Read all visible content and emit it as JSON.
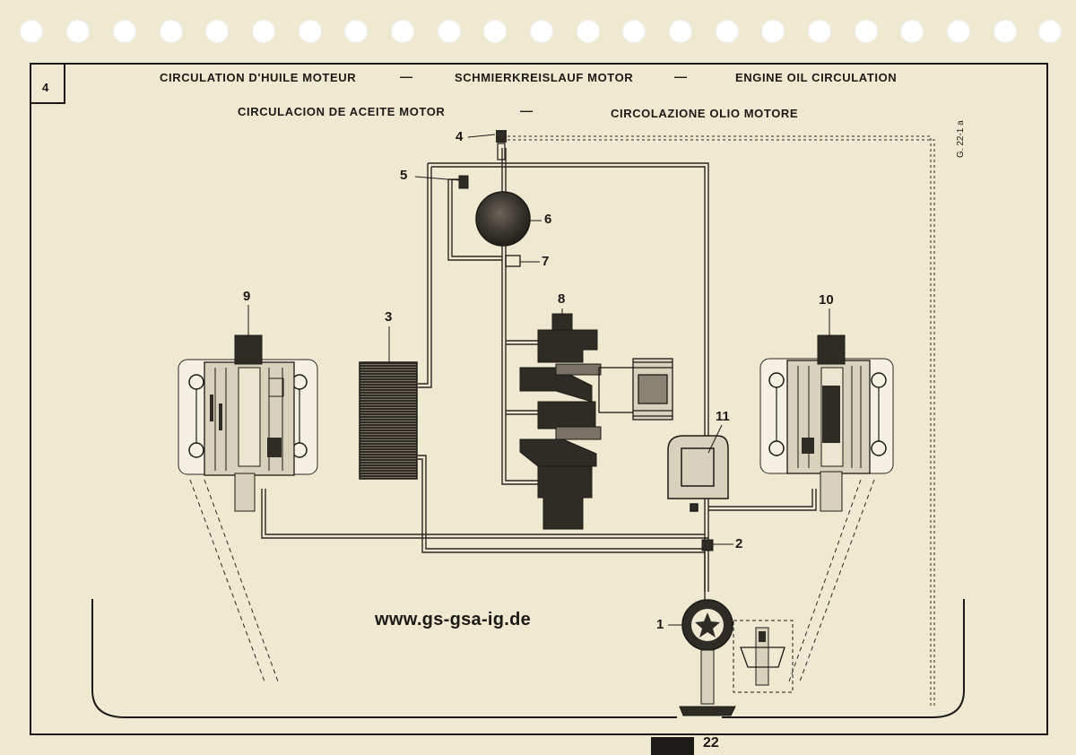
{
  "header": {
    "page_badge": "4",
    "title_fr": "CIRCULATION D'HUILE MOTEUR",
    "title_de": "SCHMIERKREISLAUF MOTOR",
    "title_en": "ENGINE OIL CIRCULATION",
    "title_es": "CIRCULACION DE ACEITE MOTOR",
    "title_it": "CIRCOLAZIONE OLIO MOTORE",
    "separator": "—"
  },
  "side_reference": "G. 22-1 a",
  "callouts": {
    "c1": "1",
    "c2": "2",
    "c3": "3",
    "c4": "4",
    "c5": "5",
    "c6": "6",
    "c7": "7",
    "c8": "8",
    "c9": "9",
    "c10": "10",
    "c11": "11"
  },
  "watermark": "www.gs-gsa-ig.de",
  "footer": {
    "page_number": "22"
  },
  "colors": {
    "paper": "#efe9d2",
    "ink": "#1c1a16",
    "part_fill": "#3a3630",
    "panel": "#f5f1e2"
  }
}
